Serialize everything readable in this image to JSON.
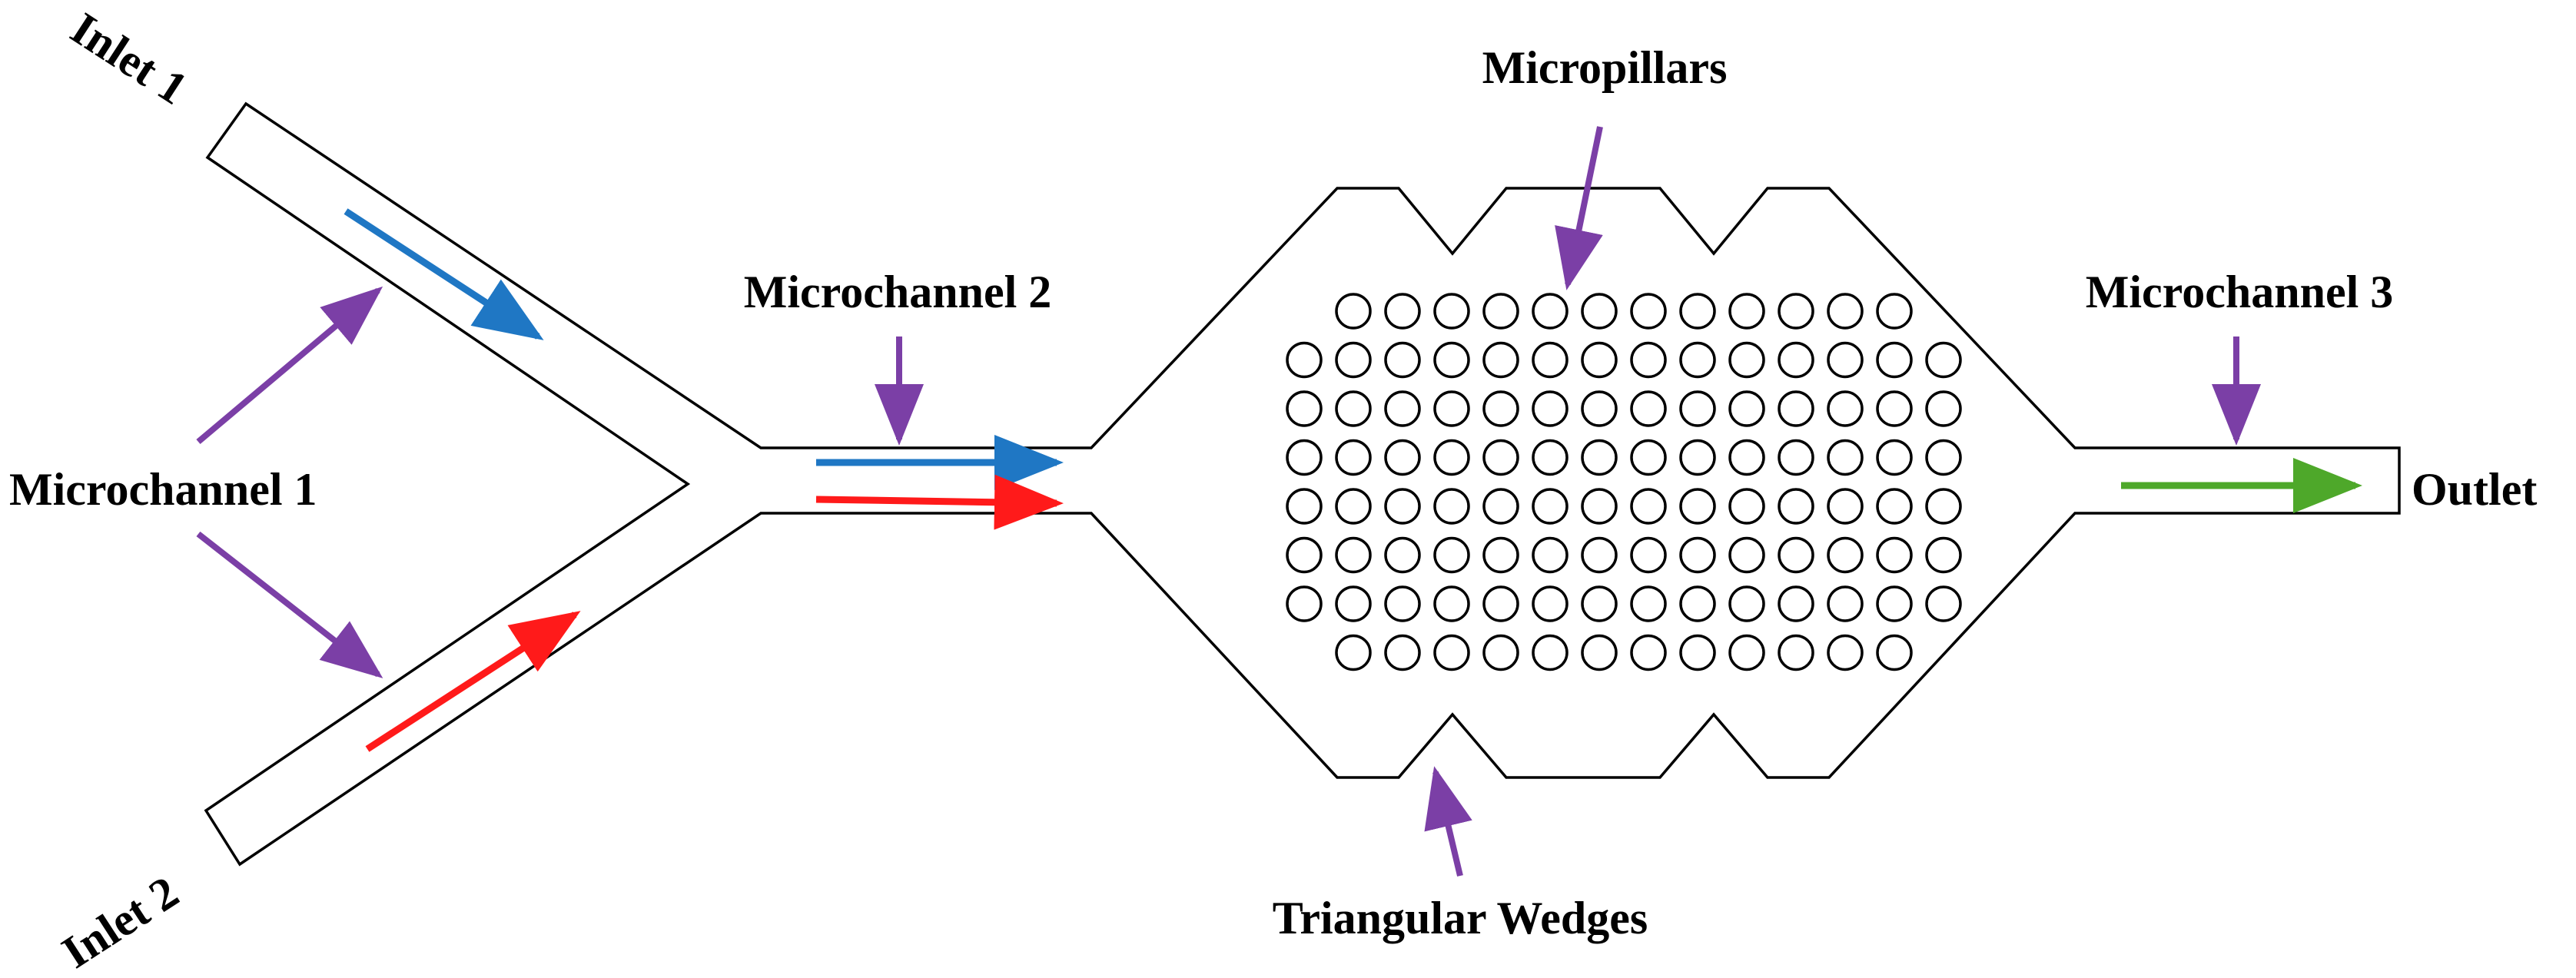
{
  "labels": {
    "inlet1": "Inlet 1",
    "inlet2": "Inlet 2",
    "microchannel1": "Microchannel 1",
    "microchannel2": "Microchannel 2",
    "microchannel3": "Microchannel 3",
    "micropillars": "Micropillars",
    "wedges": "Triangular Wedges",
    "outlet": "Outlet"
  },
  "colors": {
    "channel_outline": "#000000",
    "inlet1_flow": "#1f77c4",
    "inlet2_flow": "#ff1a1a",
    "outlet_flow": "#4ea82a",
    "pointer": "#7b3fa6"
  },
  "pillar_array": {
    "row_counts": [
      12,
      14,
      14,
      14,
      14,
      14,
      14,
      12
    ]
  }
}
